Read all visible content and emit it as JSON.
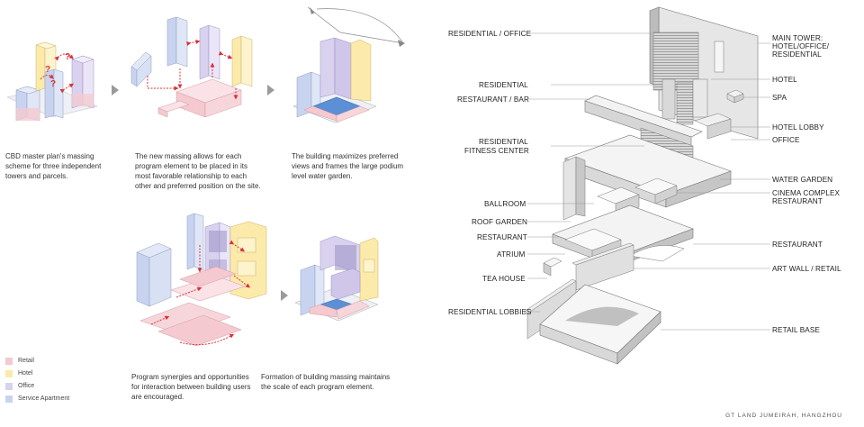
{
  "captions": {
    "step1": "CBD master plan's massing scheme for three independent towers and parcels.",
    "step2": "The new massing allows for each program element to be placed in its most favorable relationship to each other and preferred position on the site.",
    "step3": "The building maximizes preferred views and frames the large podium level water garden.",
    "step4": "Program synergies and opportunities for interaction between building users are encouraged.",
    "step5": "Formation of building massing maintains the scale of each program element."
  },
  "legend": [
    {
      "label": "Retail",
      "color": "#f4c9cf"
    },
    {
      "label": "Hotel",
      "color": "#fbeaaa"
    },
    {
      "label": "Office",
      "color": "#d9d2ee"
    },
    {
      "label": "Service Apartment",
      "color": "#c8d4ef"
    }
  ],
  "labels_left": {
    "residential_office": "RESIDENTIAL / OFFICE",
    "residential": "RESIDENTIAL",
    "restaurant_bar": "RESTAURANT / BAR",
    "residential_fitness_1": "RESIDENTIAL",
    "residential_fitness_2": "FITNESS CENTER",
    "ballroom": "BALLROOM",
    "roof_garden": "ROOF GARDEN",
    "restaurant": "RESTAURANT",
    "atrium": "ATRIUM",
    "tea_house": "TEA HOUSE",
    "residential_lobbies": "RESIDENTIAL LOBBIES"
  },
  "labels_right": {
    "main_tower_1": "MAIN TOWER:",
    "main_tower_2": "HOTEL/OFFICE/",
    "main_tower_3": "RESIDENTIAL",
    "hotel": "HOTEL",
    "spa": "SPA",
    "hotel_lobby": "HOTEL LOBBY",
    "office": "OFFICE",
    "water_garden": "WATER GARDEN",
    "cinema_1": "CINEMA COMPLEX",
    "cinema_2": "RESTAURANT",
    "restaurant": "RESTAURANT",
    "art_wall": "ART WALL / RETAIL",
    "retail_base": "RETAIL BASE"
  },
  "credit": "GT LAND JUMEIRAH, HANGZHOU",
  "colors": {
    "retail": "#f4c9cf",
    "hotel": "#fbeaaa",
    "office": "#d9d2ee",
    "apartment": "#c8d4ef",
    "water": "#5b8fd6",
    "arrow": "#d9313a",
    "step_arrow": "#9a9a9a"
  }
}
